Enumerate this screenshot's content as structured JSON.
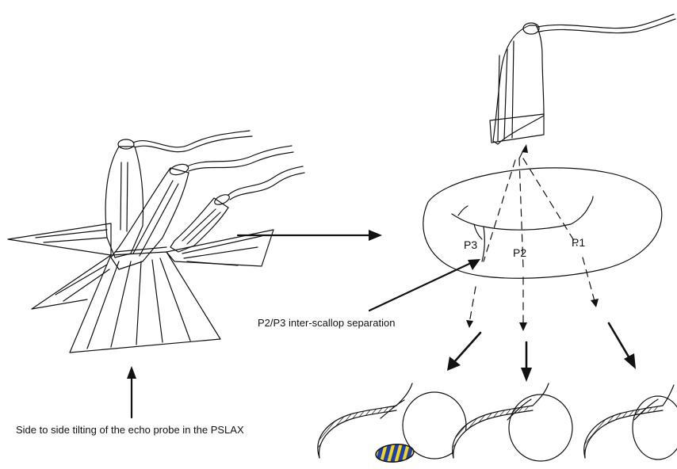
{
  "labels": {
    "tilt_caption": "Side to side tilting of the echo probe in the PSLAX",
    "separation_caption": "P2/P3 inter-scallop separation",
    "scallop_p3": "P3",
    "scallop_p2": "P2",
    "scallop_p1": "P1"
  },
  "colors": {
    "ink": "#111111",
    "highlight_fill": "#1f3fae",
    "highlight_stripes": "#f2d61c"
  }
}
